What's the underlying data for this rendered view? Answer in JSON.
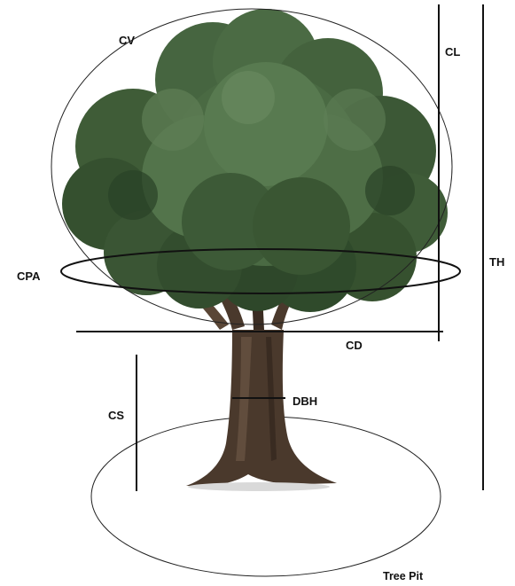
{
  "labels": {
    "cv": "CV",
    "cl": "CL",
    "th": "TH",
    "cpa": "CPA",
    "cd": "CD",
    "dbh": "DBH",
    "cs": "CS",
    "tree_pit": "Tree Pit"
  },
  "colors": {
    "line": "#111111",
    "foliage_dark": "#2f4a2b",
    "foliage_mid": "#46653d",
    "foliage_light": "#5f7f52",
    "trunk_dark": "#3a2c22",
    "trunk_mid": "#5a4636",
    "trunk_light": "#7a6350",
    "background": "#ffffff"
  }
}
